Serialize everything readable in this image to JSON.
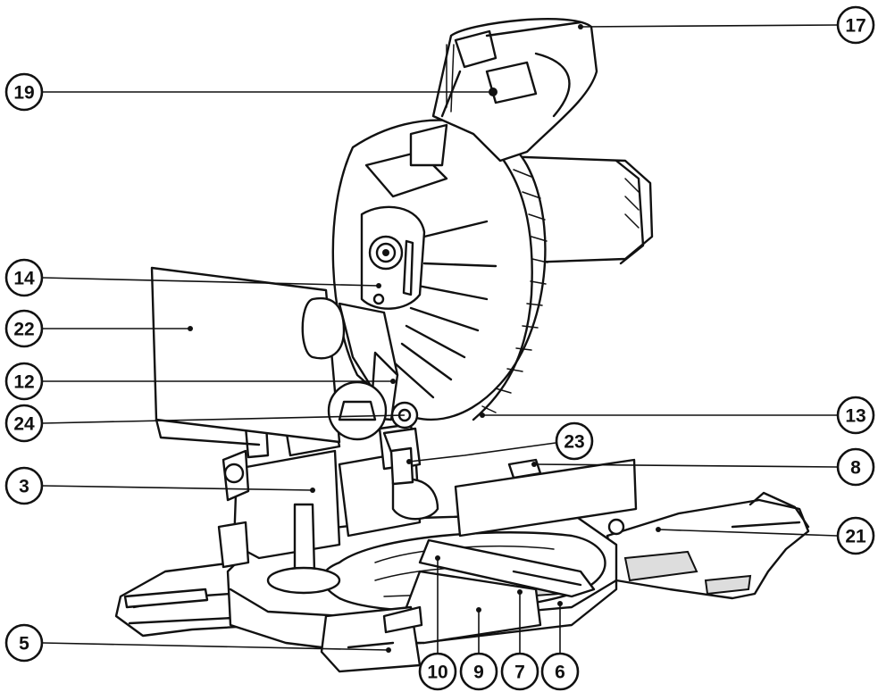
{
  "figure": {
    "ink_color": "#111111",
    "paper_color": "#ffffff",
    "callouts": [
      {
        "id": "c17",
        "label": "17"
      },
      {
        "id": "c19",
        "label": "19"
      },
      {
        "id": "c14",
        "label": "14"
      },
      {
        "id": "c22",
        "label": "22"
      },
      {
        "id": "c12",
        "label": "12"
      },
      {
        "id": "c24",
        "label": "24"
      },
      {
        "id": "c13",
        "label": "13"
      },
      {
        "id": "c23",
        "label": "23"
      },
      {
        "id": "c8",
        "label": "8"
      },
      {
        "id": "c3",
        "label": "3"
      },
      {
        "id": "c21",
        "label": "21"
      },
      {
        "id": "c5",
        "label": "5"
      },
      {
        "id": "c10",
        "label": "10"
      },
      {
        "id": "c9",
        "label": "9"
      },
      {
        "id": "c7",
        "label": "7"
      },
      {
        "id": "c6",
        "label": "6"
      }
    ]
  }
}
